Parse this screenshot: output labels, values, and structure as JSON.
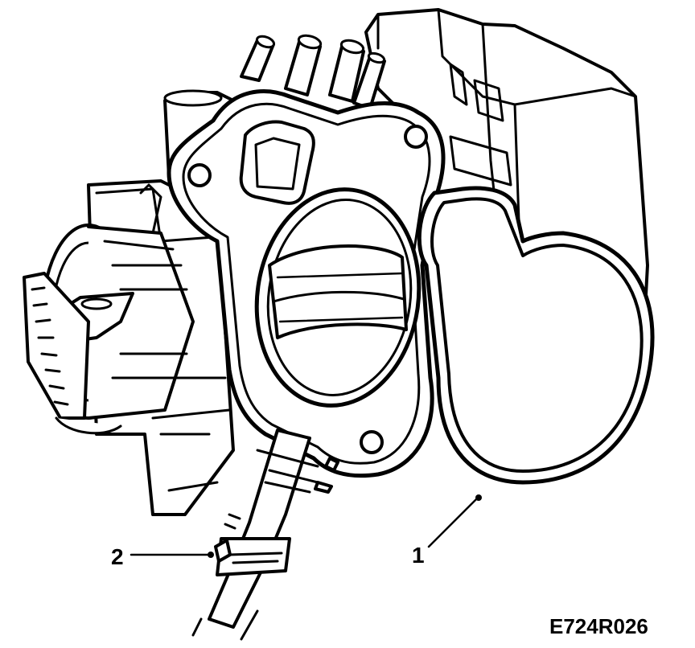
{
  "callouts": [
    {
      "id": "gasket",
      "label": "1"
    },
    {
      "id": "hose-clamp",
      "label": "2"
    }
  ],
  "figure_code": "E724R026",
  "colors": {
    "ink": "#000000",
    "paper": "#ffffff"
  }
}
